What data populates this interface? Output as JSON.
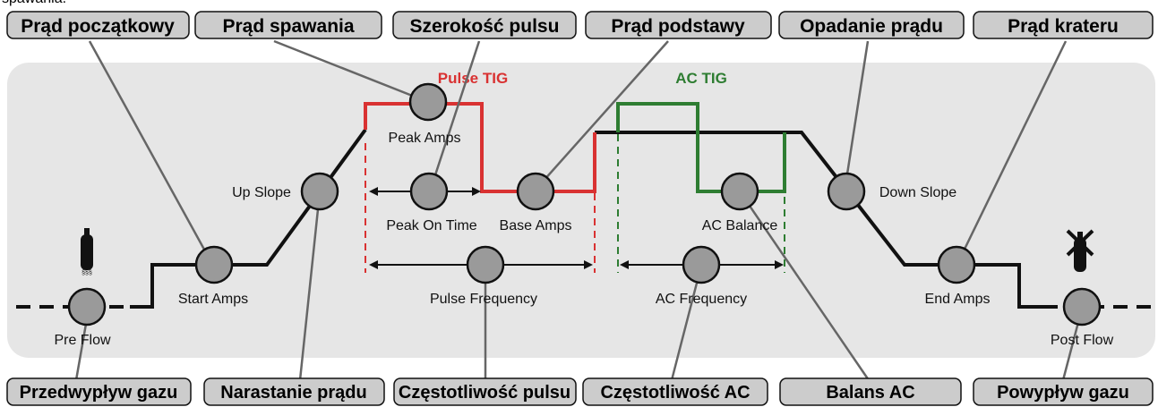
{
  "cut_text": "spawania.",
  "colors": {
    "panel": "#e6e6e6",
    "pulse": "#d93232",
    "ac": "#2e7d32",
    "knob": "#9a9a9a",
    "label_bg": "#cccccc"
  },
  "icons": {
    "gas_on": "gas-cylinder-icon",
    "gas_off": "gas-cylinder-crossed-icon"
  },
  "sections": {
    "pulse_title": "Pulse TIG",
    "ac_title": "AC TIG"
  },
  "knobs": {
    "pre_flow": "Pre Flow",
    "start_amps": "Start Amps",
    "up_slope": "Up Slope",
    "peak_amps": "Peak Amps",
    "peak_on_time": "Peak On Time",
    "base_amps": "Base Amps",
    "pulse_frequency": "Pulse Frequency",
    "ac_frequency": "AC Frequency",
    "ac_balance": "AC Balance",
    "down_slope": "Down Slope",
    "end_amps": "End Amps",
    "post_flow": "Post Flow"
  },
  "top_labels": {
    "start_current": "Prąd początkowy",
    "weld_current": "Prąd spawania",
    "pulse_width": "Szerokość pulsu",
    "base_current": "Prąd podstawy",
    "down_slope": "Opadanie prądu",
    "crater_current": "Prąd krateru"
  },
  "bottom_labels": {
    "pre_gas": "Przedwypływ gazu",
    "up_slope": "Narastanie prądu",
    "pulse_freq": "Częstotliwość pulsu",
    "ac_freq": "Częstotliwość AC",
    "ac_balance": "Balans AC",
    "post_gas": "Powypływ gazu"
  }
}
